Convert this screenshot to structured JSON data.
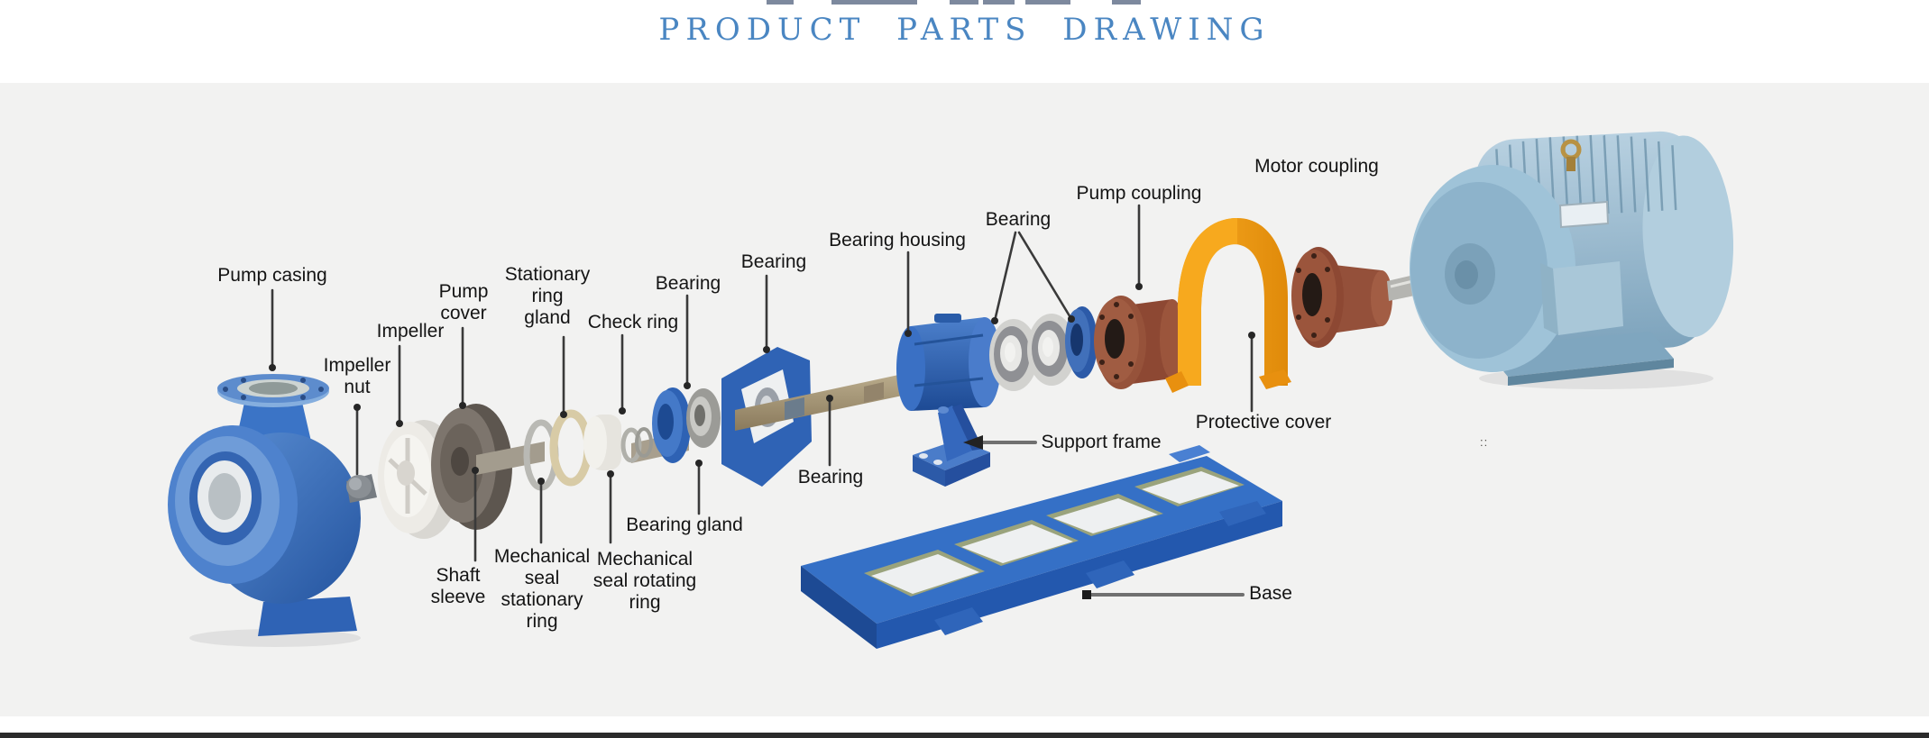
{
  "header": {
    "title": "PRODUCT PARTS DRAWING",
    "title_color": "#4a86c2"
  },
  "diagram": {
    "labels": [
      {
        "id": "pump-casing",
        "text": "Pump casing"
      },
      {
        "id": "impeller-nut",
        "text": "Impeller\nnut"
      },
      {
        "id": "impeller",
        "text": "Impeller"
      },
      {
        "id": "pump-cover",
        "text": "Pump\ncover"
      },
      {
        "id": "stationary-ring-gland",
        "text": "Stationary\nring\ngland"
      },
      {
        "id": "check-ring",
        "text": "Check ring"
      },
      {
        "id": "bearing-a",
        "text": "Bearing"
      },
      {
        "id": "bearing-b",
        "text": "Bearing"
      },
      {
        "id": "bearing-housing",
        "text": "Bearing housing"
      },
      {
        "id": "bearing-c",
        "text": "Bearing"
      },
      {
        "id": "pump-coupling",
        "text": "Pump coupling"
      },
      {
        "id": "motor-coupling",
        "text": "Motor coupling"
      },
      {
        "id": "protective-cover",
        "text": "Protective cover"
      },
      {
        "id": "support-frame",
        "text": "Support frame"
      },
      {
        "id": "bearing-d",
        "text": "Bearing"
      },
      {
        "id": "bearing-gland",
        "text": "Bearing gland"
      },
      {
        "id": "mech-seal-rotating",
        "text": "Mechanical\nseal rotating\nring"
      },
      {
        "id": "mech-seal-stationary",
        "text": "Mechanical\nseal\nstationary\nring"
      },
      {
        "id": "shaft-sleeve",
        "text": "Shaft\nsleeve"
      },
      {
        "id": "base",
        "text": "Base"
      }
    ],
    "part_colors": {
      "pump_blue": "#2f6abe",
      "coupling_rust": "#8d4833",
      "protective_cover_orange": "#f59d13",
      "motor_steel_blue": "#93b9d1",
      "base_blue": "#3570c6",
      "bearing_silver": "#c9c9c5",
      "impeller_white": "#edebe6",
      "pump_cover_gray": "#7d756d"
    },
    "stray_mark": "::"
  }
}
